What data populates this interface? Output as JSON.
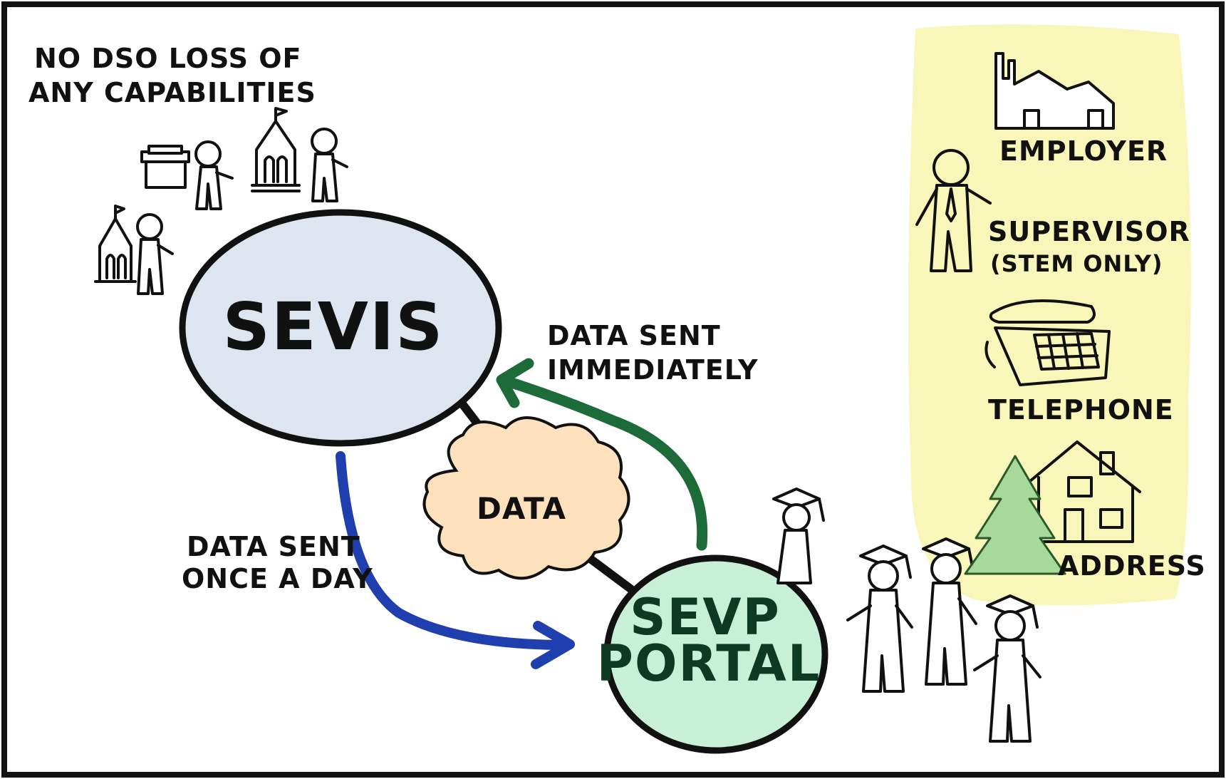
{
  "note": {
    "line1": "NO DSO LOSS OF",
    "line2": "ANY CAPABILITIES"
  },
  "sevis": {
    "label": "SEVIS",
    "fill": "#dde5f0"
  },
  "data_cloud": {
    "label": "DATA",
    "fill": "#fde1bd"
  },
  "sevp_portal": {
    "line1": "SEVP",
    "line2": "PORTAL",
    "fill": "#c8f0d6"
  },
  "arrow_green": {
    "line1": "DATA SENT",
    "line2": "IMMEDIATELY",
    "color": "#1e6b3a"
  },
  "arrow_blue": {
    "line1": "DATA SENT",
    "line2": "ONCE A DAY",
    "color": "#1f3fae"
  },
  "info_panel": {
    "fill": "#f8f6b8",
    "items": [
      {
        "label": "EMPLOYER",
        "icon": "factory-icon"
      },
      {
        "label": "SUPERVISOR",
        "sublabel": "(STEM ONLY)",
        "icon": "supervisor-person-icon"
      },
      {
        "label": "TELEPHONE",
        "icon": "telephone-icon"
      },
      {
        "label": "ADDRESS",
        "icon": "house-icon"
      }
    ]
  }
}
